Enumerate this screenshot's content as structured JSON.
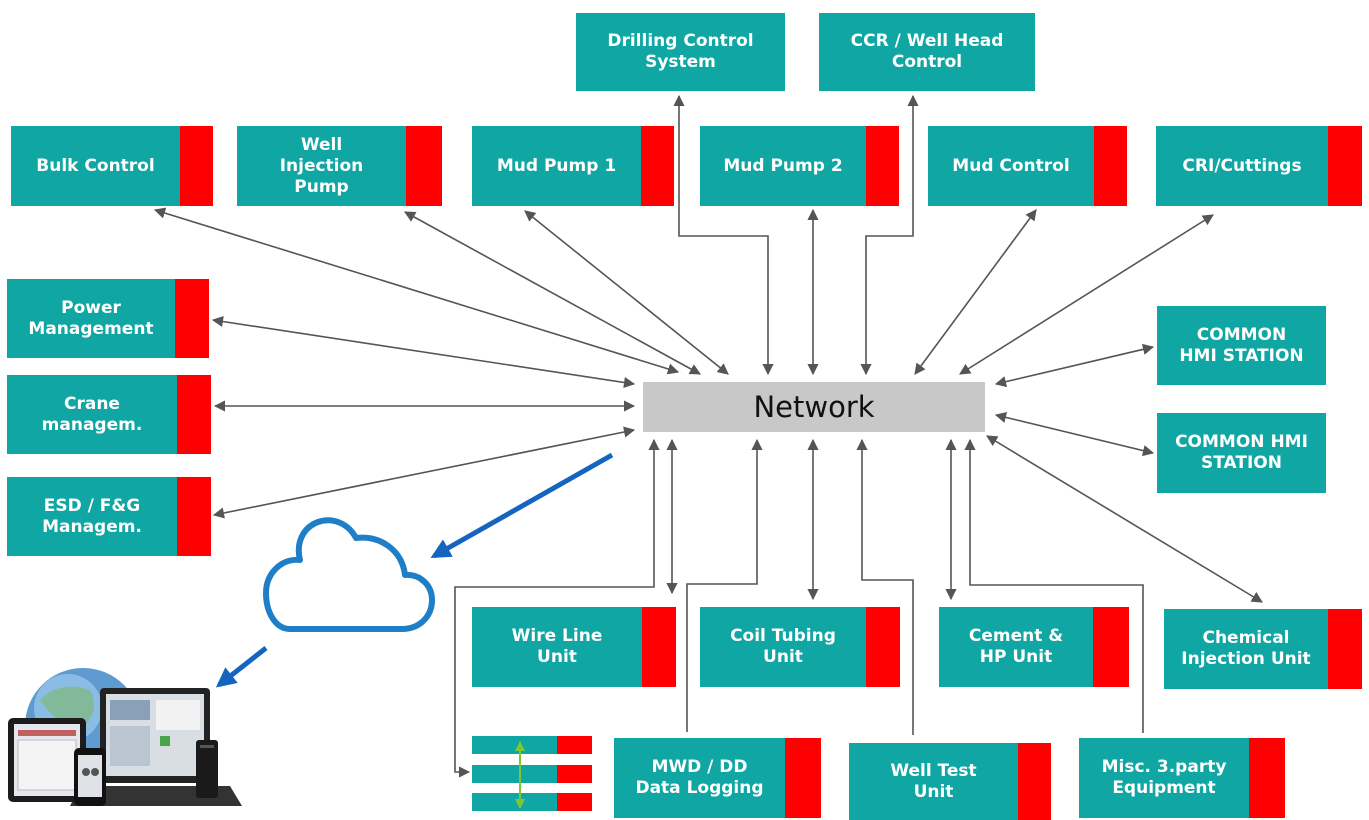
{
  "network": {
    "label": "Network"
  },
  "nodes": {
    "drilling_control": "Drilling Control\nSystem",
    "ccr_well_head": "CCR /  Well Head\nControl",
    "bulk_control": "Bulk Control",
    "well_injection_pump": "Well\nInjection\nPump",
    "mud_pump_1": "Mud Pump 1",
    "mud_pump_2": "Mud Pump 2",
    "mud_control": "Mud Control",
    "cri_cuttings": "CRI/Cuttings",
    "power_management": "Power\nManagement",
    "crane_management": "Crane\nmanagem.",
    "esd_fg": "ESD / F&G\nManagem.",
    "common_hmi_1": "COMMON\nHMI STATION",
    "common_hmi_2": "COMMON HMI\nSTATION",
    "wire_line": "Wire Line\nUnit",
    "coil_tubing": "Coil Tubing\nUnit",
    "cement_hp": "Cement &\nHP Unit",
    "chemical_injection": "Chemical\nInjection Unit",
    "mwd_dd": "MWD / DD\nData Logging",
    "well_test": "Well Test\nUnit",
    "misc_3party": "Misc. 3.party\nEquipment"
  },
  "colors": {
    "node": "#10a6a4",
    "accent": "#ff0000",
    "network": "#c8c8c8",
    "link": "#555555",
    "cloud": "#1e7ec8"
  },
  "icons": [
    "cloud-icon",
    "devices-icon",
    "stacked-units-icon"
  ]
}
